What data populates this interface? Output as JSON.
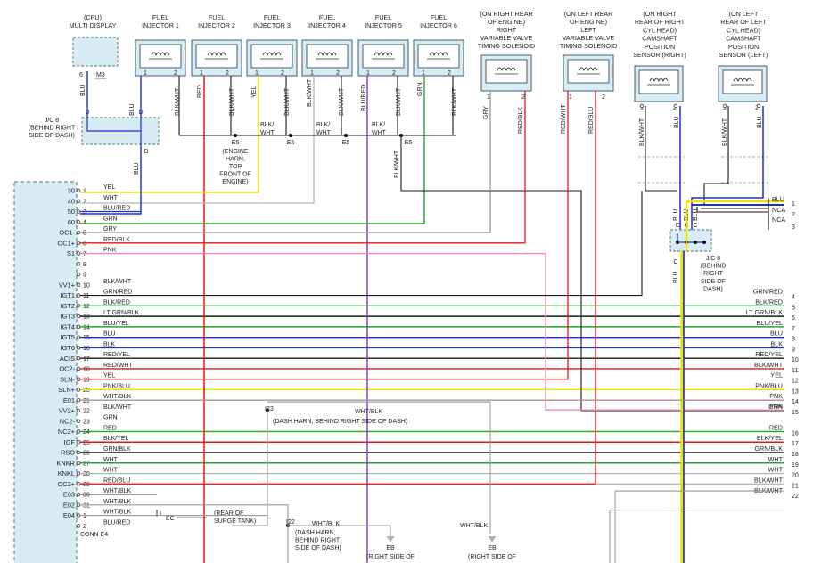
{
  "colors": {
    "YEL": "#f0e000",
    "WHT": "#b8b8b8",
    "BLU": "#1d2bd0",
    "GRN": "#2aa52a",
    "GRY": "#999999",
    "RED": "#e01818",
    "PNK": "#f08ab0",
    "BLK": "#1a1a1a",
    "VIO": "#8a2be2"
  },
  "components": {
    "cpu": [
      "(CPU)",
      "MULTI DISPLAY"
    ],
    "cpu_conn": "M3",
    "injectors": [
      [
        "FUEL",
        "INJECTOR 1"
      ],
      [
        "FUEL",
        "INJECTOR 2"
      ],
      [
        "FUEL",
        "INJECTOR 3"
      ],
      [
        "FUEL",
        "INJECTOR 4"
      ],
      [
        "FUEL",
        "INJECTOR 5"
      ],
      [
        "FUEL",
        "INJECTOR 6"
      ]
    ],
    "vvt_right": [
      "(ON RIGHT REAR",
      "OF ENGINE)",
      "RIGHT",
      "VARIABLE VALVE",
      "TIMING SOLENOID"
    ],
    "vvt_left": [
      "(ON LEFT REAR",
      "OF ENGINE)",
      "LEFT",
      "VARIABLE VALVE",
      "TIMING SOLENOID"
    ],
    "cam_right": [
      "(ON RIGHT",
      "REAR OF RIGHT",
      "CYL HEAD)",
      "CAMSHAFT",
      "POSITION",
      "SENSOR (RIGHT)"
    ],
    "cam_left": [
      "(ON LEFT",
      "REAR OF LEFT",
      "CYL HEAD)",
      "CAMSHAFT",
      "POSITION",
      "SENSOR (LEFT)"
    ],
    "jc8_left": [
      "J/C 8",
      "(BEHIND RIGHT",
      "SIDE OF DASH)"
    ],
    "jc8_right": [
      "J/C 8",
      "(BEHIND",
      "RIGHT",
      "SIDE OF",
      "DASH)"
    ],
    "e5_note": [
      "(ENGINE",
      "HARN,",
      "TOP",
      "FRONT OF",
      "ENGINE)"
    ],
    "e5": "E5",
    "i23_id": "I23",
    "i23_note": "(DASH HARN, BEHIND RIGHT SIDE OF DASH)",
    "i22_id": "I22",
    "i22_note": [
      "(DASH HARN,",
      "BEHIND RIGHT",
      "SIDE OF DASH)"
    ],
    "ec": "EC",
    "ec_note": [
      "(REAR OF",
      "SURGE TANK)"
    ],
    "eb": "EB",
    "eb_note": "(RIGHT SIDE OF",
    "conn_e4": "CONN E4"
  },
  "top_wires": {
    "cpu_pins": [
      "6",
      "D",
      "D",
      "D"
    ],
    "cpu_wire": "BLU",
    "injector_colors": [
      "BLU",
      "RED",
      "YEL",
      "BLK/WHT",
      "BLU/RED",
      "GRN"
    ],
    "injector_common": "BLK/WHT",
    "injector_common_mid": "WHT",
    "inj_mid_labels": [
      "BLK/",
      "WHT",
      "BLK/",
      "WHT",
      "BLK/",
      "WHT"
    ],
    "inj_pins": [
      "1",
      "2"
    ],
    "vvt_right_colors": [
      "GRY",
      "RED/BLK"
    ],
    "vvt_left_colors": [
      "RED/WHT",
      "RED/BLU"
    ],
    "cam_right_colors": [
      "BLK/WHT",
      "BLU"
    ],
    "cam_left_colors": [
      "BLK/WHT",
      "BLU"
    ],
    "cam_pins": [
      "1",
      "2"
    ],
    "jc_pins": [
      "C",
      "C",
      "C",
      "C"
    ],
    "jc_right_wire": "BLU",
    "right_top": [
      {
        "color": "BLU",
        "num": "1"
      },
      {
        "color": "NCA",
        "num": "2"
      },
      {
        "color": "NCA",
        "num": "3"
      }
    ]
  },
  "ecm_pins": [
    {
      "term": "30",
      "pin": "1",
      "wire": "YEL"
    },
    {
      "term": "40",
      "pin": "2",
      "wire": "WHT"
    },
    {
      "term": "50",
      "pin": "3",
      "wire": "BLU/RED"
    },
    {
      "term": "60",
      "pin": "4",
      "wire": "GRN"
    },
    {
      "term": "OC1-",
      "pin": "5",
      "wire": "GRY"
    },
    {
      "term": "OC1+",
      "pin": "6",
      "wire": "RED/BLK"
    },
    {
      "term": "S1",
      "pin": "7",
      "wire": "PNK"
    },
    {
      "term": "",
      "pin": "8",
      "wire": ""
    },
    {
      "term": "",
      "pin": "9",
      "wire": ""
    },
    {
      "term": "VV1+",
      "pin": "10",
      "wire": "BLK/WHT"
    },
    {
      "term": "IGT1",
      "pin": "11",
      "wire": "GRN/RED"
    },
    {
      "term": "IGT2",
      "pin": "12",
      "wire": "BLK/RED"
    },
    {
      "term": "IGT3",
      "pin": "13",
      "wire": "LT GRN/BLK"
    },
    {
      "term": "IGT4",
      "pin": "14",
      "wire": "BLU/YEL"
    },
    {
      "term": "IGT5",
      "pin": "15",
      "wire": "BLU"
    },
    {
      "term": "IGT6",
      "pin": "16",
      "wire": "BLK"
    },
    {
      "term": "ACIS",
      "pin": "17",
      "wire": "RED/YEL"
    },
    {
      "term": "OC2-",
      "pin": "18",
      "wire": "RED/WHT"
    },
    {
      "term": "SLN-",
      "pin": "19",
      "wire": "YEL"
    },
    {
      "term": "SLN+",
      "pin": "20",
      "wire": "PNK/BLU"
    },
    {
      "term": "E01",
      "pin": "21",
      "wire": "WHT/BLK"
    },
    {
      "term": "VV2+",
      "pin": "22",
      "wire": "BLK/WHT"
    },
    {
      "term": "NC2-",
      "pin": "23",
      "wire": "GRN"
    },
    {
      "term": "NC2+",
      "pin": "24",
      "wire": "RED"
    },
    {
      "term": "IGF",
      "pin": "25",
      "wire": "BLK/YEL"
    },
    {
      "term": "RSO",
      "pin": "26",
      "wire": "GRN/BLK"
    },
    {
      "term": "KNKR",
      "pin": "27",
      "wire": "WHT"
    },
    {
      "term": "KNKL",
      "pin": "28",
      "wire": "WHT"
    },
    {
      "term": "OC2+",
      "pin": "29",
      "wire": "RED/BLU"
    },
    {
      "term": "E03",
      "pin": "30",
      "wire": "WHT/BLK"
    },
    {
      "term": "E02",
      "pin": "31",
      "wire": "WHT/BLK"
    },
    {
      "term": "E04",
      "pin": "1",
      "wire": "WHT/BLK"
    },
    {
      "term": "",
      "pin": "2",
      "wire": "BLU/RED"
    }
  ],
  "right_rows": [
    {
      "label": "GRN/RED",
      "num": "4"
    },
    {
      "label": "BLK/RED",
      "num": "5"
    },
    {
      "label": "LT GRN/BLK",
      "num": "6"
    },
    {
      "label": "BLU/YEL",
      "num": "7"
    },
    {
      "label": "BLU",
      "num": "8"
    },
    {
      "label": "BLK",
      "num": "9"
    },
    {
      "label": "RED/YEL",
      "num": "10"
    },
    {
      "label": "BLK/WHT",
      "num": "11"
    },
    {
      "label": "YEL",
      "num": "12"
    },
    {
      "label": "PNK/BLU",
      "num": "13"
    },
    {
      "label": "PNK",
      "num": "14"
    },
    {
      "label": "GRN",
      "num": "15"
    },
    {
      "label": "RED",
      "num": "16"
    },
    {
      "label": "BLK/YEL",
      "num": "17"
    },
    {
      "label": "GRN/BLK",
      "num": "18"
    },
    {
      "label": "WHT",
      "num": "19"
    },
    {
      "label": "WHT",
      "num": "20"
    },
    {
      "label": "BLK/WHT",
      "num": "21"
    },
    {
      "label": "BLK/WHT",
      "num": "22"
    }
  ],
  "misc_labels": {
    "i23_wire": "WHT/BLK",
    "i22_wire": "WHT/BLK",
    "eb_wire": "WHT/BLK"
  }
}
